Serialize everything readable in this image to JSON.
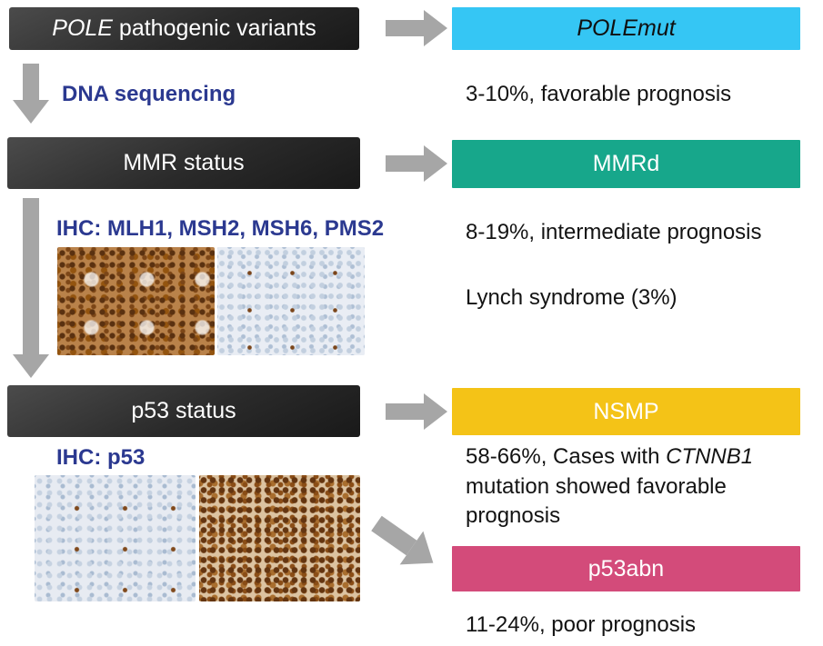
{
  "left_column": {
    "pole_box_gene": "POLE",
    "pole_box_rest": " pathogenic variants",
    "dna_sequencing_label": "DNA sequencing",
    "mmr_box": "MMR status",
    "ihc_mmr_label": "IHC: MLH1, MSH2, MSH6, PMS2",
    "p53_box": "p53 status",
    "ihc_p53_label": "IHC: p53"
  },
  "right_column": {
    "polemut_box": "POLEmut",
    "polemut_note": "3-10%, favorable prognosis",
    "mmrd_box": "MMRd",
    "mmrd_note": "8-19%, intermediate prognosis",
    "lynch_note": "Lynch syndrome (3%)",
    "nsmp_box": "NSMP",
    "nsmp_note_pre": "58-66%, Cases with ",
    "nsmp_note_gene": "CTNNB1",
    "nsmp_note_post": " mutation showed favorable prognosis",
    "p53abn_box": "p53abn",
    "p53abn_note": "11-24%, poor prognosis"
  },
  "icons": {
    "right_arrow": "arrow-right-icon",
    "down_arrow": "arrow-down-icon",
    "diagonal_arrow": "arrow-down-right-icon"
  },
  "images": {
    "mmr_ihc_left": "brown-stained IHC micrograph",
    "mmr_ihc_right": "pale IHC micrograph",
    "p53_ihc_left": "pale IHC micrograph",
    "p53_ihc_right": "brown-stained IHC micrograph"
  },
  "colors": {
    "dark_box": "#2b2b2b",
    "polemut_bg": "#35c6f4",
    "mmrd_bg": "#17a78b",
    "nsmp_bg": "#f4c317",
    "p53abn_bg": "#d34b7a",
    "method_text": "#2b3990",
    "arrow": "#a6a6a6"
  }
}
